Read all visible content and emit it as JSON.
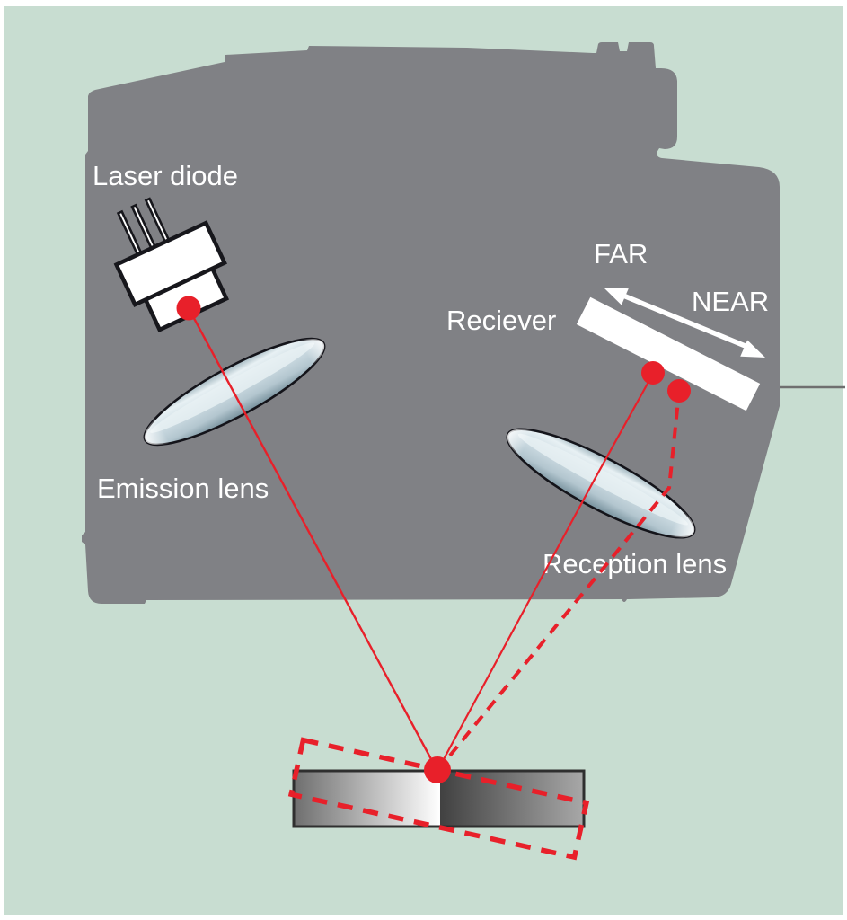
{
  "labels": {
    "laser_diode": "Laser diode",
    "emission_lens": "Emission lens",
    "receiver": "Reciever",
    "reception_lens": "Reception lens",
    "far": "FAR",
    "near": "NEAR"
  },
  "colors": {
    "background": "#c8ddd1",
    "housing": "#808185",
    "beam": "#e8202a",
    "label_text": "#ffffff",
    "component_fill": "#ffffff",
    "component_outline": "#17171c",
    "reference_line": "#6f6f6f",
    "lens_light": "#e8f1f4",
    "lens_dark": "#76909c",
    "target_left_gradient": [
      "#6e6e6e",
      "#ffffff"
    ],
    "target_right_gradient": [
      "#414141",
      "#a8a8a8"
    ]
  }
}
